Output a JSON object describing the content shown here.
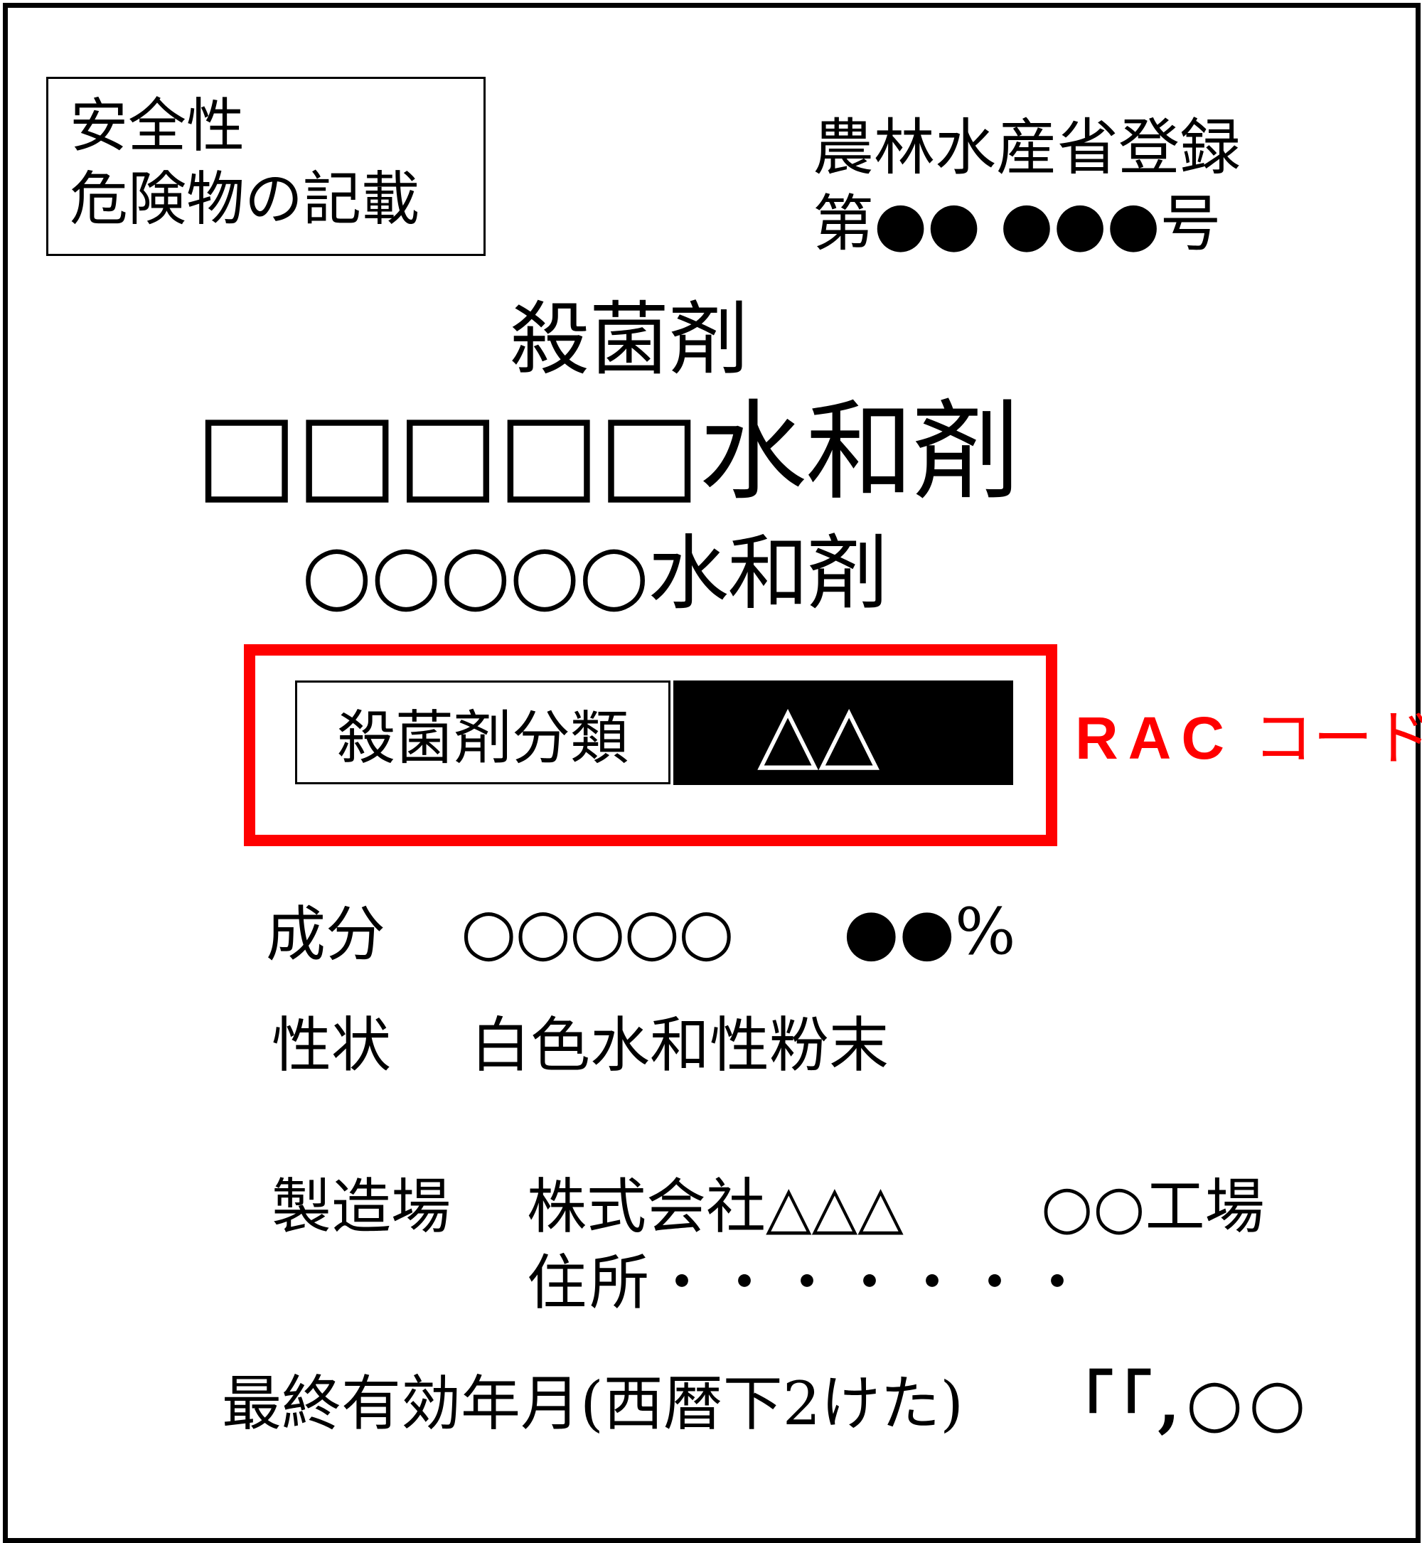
{
  "safety_box": {
    "line1": "安全性",
    "line2": "危険物の記載"
  },
  "registration": {
    "line1": "農林水産省登録",
    "line2": "第●● ●●●号"
  },
  "category": "殺菌剤",
  "product_name": "□□□□□水和剤",
  "generic_name": "○○○○○水和剤",
  "classification": {
    "label": "殺菌剤分類",
    "code": "△△",
    "annotation_latin": "RAC",
    "annotation_kana": "コード",
    "accent_color": "#ff0000"
  },
  "ingredient": {
    "label": "成分",
    "name": "○○○○○",
    "amount": "●●%"
  },
  "appearance": {
    "label": "性状",
    "value": "白色水和性粉末"
  },
  "manufacturer": {
    "label": "製造場",
    "company": "株式会社△△△",
    "factory": "○○工場",
    "address": "住所・・・・・・・"
  },
  "expiry": {
    "label": "最終有効年月(西暦下2けた)",
    "value": "｢｢,○○"
  }
}
